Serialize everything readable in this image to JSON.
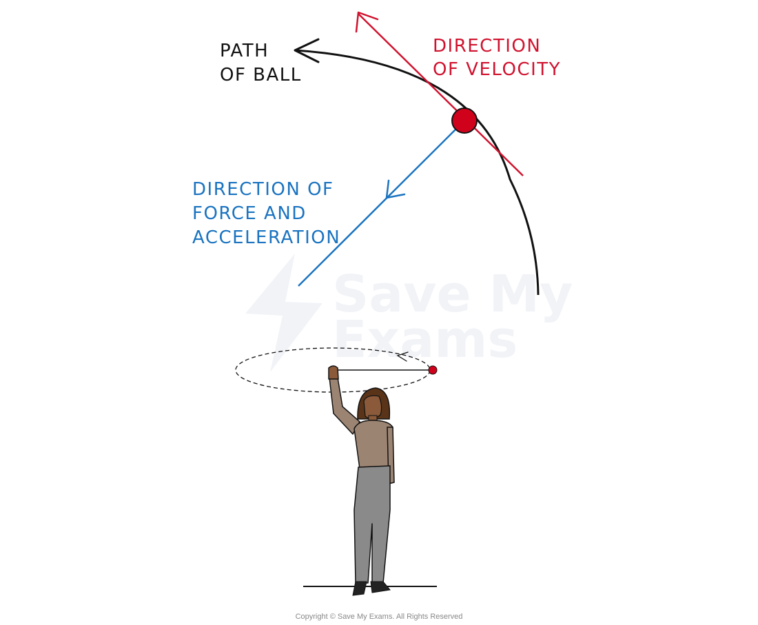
{
  "labels": {
    "path_line1": "PATH",
    "path_line2": "OF BALL",
    "velocity_line1": "DIRECTION",
    "velocity_line2": "OF VELOCITY",
    "force_line1": "DIRECTION OF",
    "force_line2": "FORCE AND",
    "force_line3": "ACCELERATION"
  },
  "watermark": {
    "line1": "Save My",
    "line2": "Exams"
  },
  "copyright": "Copyright © Save My Exams. All Rights Reserved",
  "colors": {
    "path": "#111111",
    "velocity": "#d0122e",
    "force": "#1a73c0",
    "ball": "#d0021b",
    "watermark": "#e6eaf1",
    "shirt": "#9c8473",
    "trousers": "#8a8a8a",
    "skin": "#8a5a3a",
    "hair": "#5a3418"
  }
}
